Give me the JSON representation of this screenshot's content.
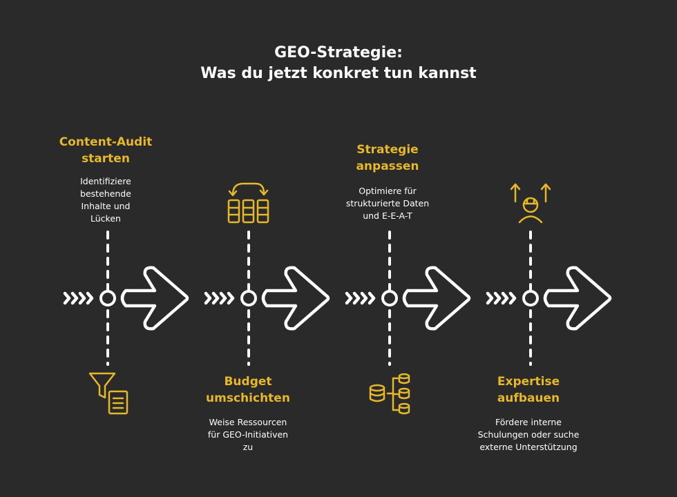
{
  "title": {
    "line1": "GEO-Strategie:",
    "line2": "Was du jetzt konkret tun kannst"
  },
  "colors": {
    "background": "#2a2a2a",
    "accent": "#e6b82a",
    "text": "#ffffff"
  },
  "steps": [
    {
      "title_line1": "Content-Audit",
      "title_line2": "starten",
      "desc_lines": [
        "Identifiziere",
        "bestehende",
        "Inhalte und",
        "Lücken"
      ],
      "icon": "funnel-document-icon"
    },
    {
      "title_line1": "Budget",
      "title_line2": "umschichten",
      "desc_lines": [
        "Weise Ressourcen",
        "für GEO-Initiativen",
        "zu"
      ],
      "icon": "reallocate-columns-icon"
    },
    {
      "title_line1": "Strategie",
      "title_line2": "anpassen",
      "desc_lines": [
        "Optimiere für",
        "strukturierte Daten",
        "und E-E-A-T"
      ],
      "icon": "structured-data-icon"
    },
    {
      "title_line1": "Expertise",
      "title_line2": "aufbauen",
      "desc_lines": [
        "Fördere interne",
        "Schulungen oder suche",
        "externe Unterstützung"
      ],
      "icon": "expert-growth-icon"
    }
  ]
}
